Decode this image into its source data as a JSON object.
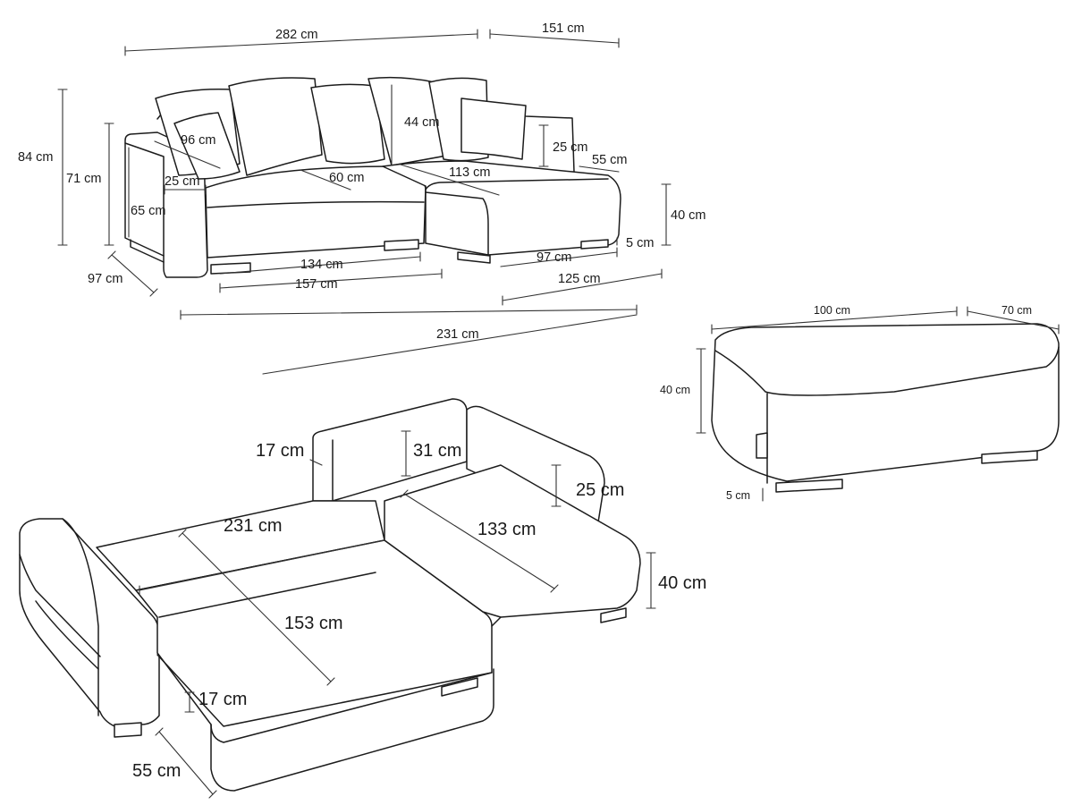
{
  "sofa": {
    "total_width": "282 cm",
    "chaise_depth_top": "151 cm",
    "total_height": "84 cm",
    "height_no_cushion": "71 cm",
    "armrest_height": "65 cm",
    "depth": "97 cm",
    "armrest_depth": "96 cm",
    "armrest_width": "25 cm",
    "cushion_height": "44 cm",
    "chaise_arm_height": "25 cm",
    "chaise_arm_width": "55 cm",
    "seat_depth": "60 cm",
    "chaise_seat_length": "113 cm",
    "seat_height": "40 cm",
    "foot_height": "5 cm",
    "seat_width": "134 cm",
    "chaise_width": "97 cm",
    "sofa_length": "157 cm",
    "chaise_length": "125 cm",
    "body_width": "231 cm"
  },
  "ottoman": {
    "width": "100 cm",
    "depth": "70 cm",
    "height": "40 cm",
    "foot": "5 cm"
  },
  "bed": {
    "back_height": "17 cm",
    "back_cushion": "31 cm",
    "right_arm_height": "25 cm",
    "bed_width": "231 cm",
    "chaise_length": "133 cm",
    "bed_height": "40 cm",
    "bed_depth": "153 cm",
    "arm_thickness": "17 cm",
    "arm_width": "55 cm"
  }
}
